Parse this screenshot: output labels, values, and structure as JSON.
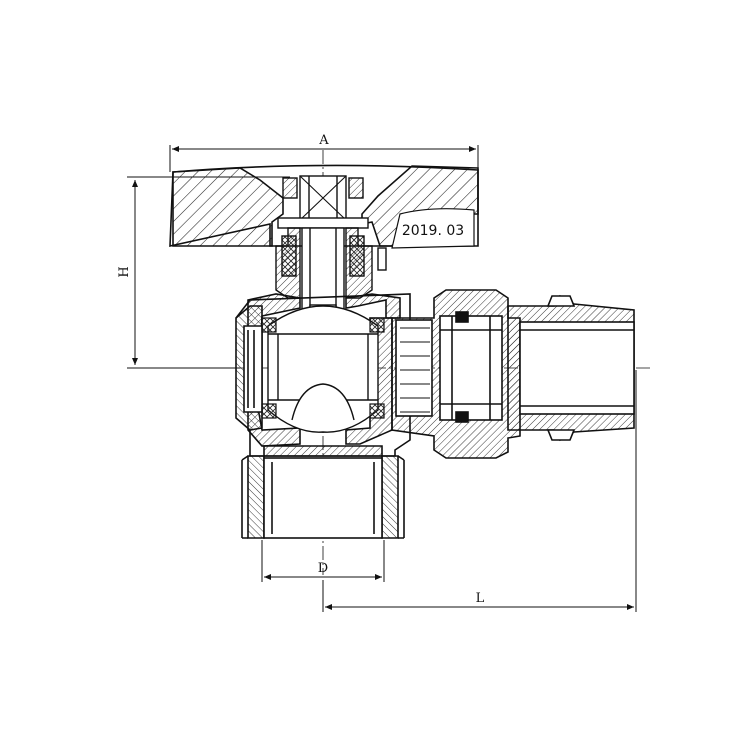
{
  "drawing": {
    "dimensions": {
      "A": "A",
      "H": "H",
      "D": "D",
      "L": "L"
    },
    "stamp": "2019. 03"
  }
}
